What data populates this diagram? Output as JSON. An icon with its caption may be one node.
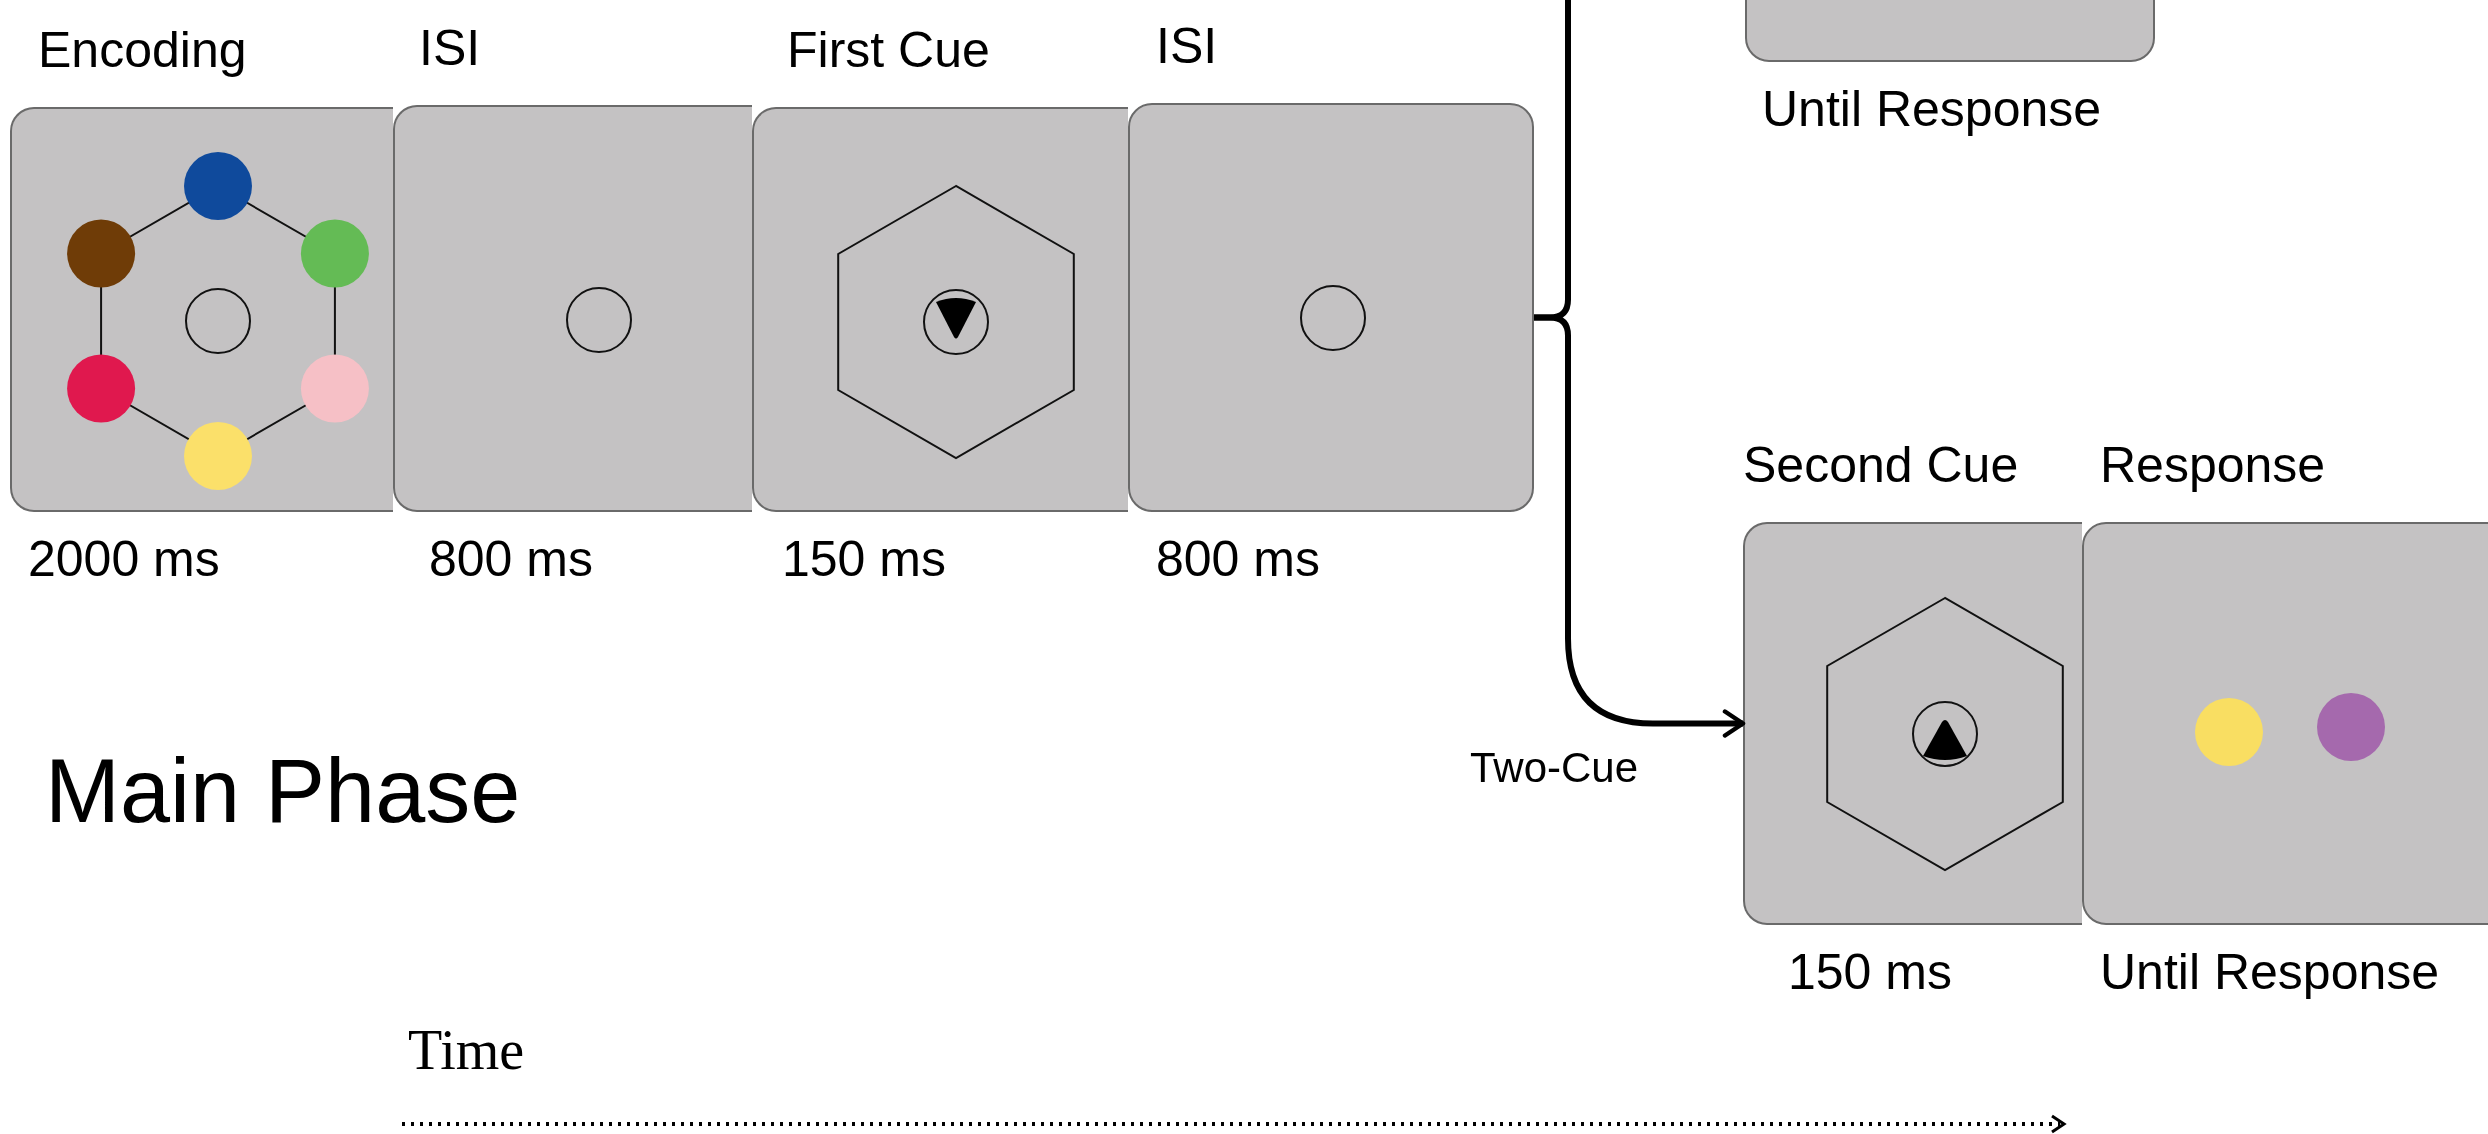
{
  "diagram": {
    "nodes": [
      {
        "text": [
          "Encoding"
        ],
        "beside": [
          "2000 ms"
        ]
      },
      {
        "text": [
          "ISI"
        ],
        "beside": [
          "800 ms"
        ]
      },
      {
        "text": [
          "First Cue"
        ],
        "beside": [
          "150 ms"
        ]
      },
      {
        "text": [
          "ISI"
        ],
        "beside": [
          "800 ms"
        ]
      },
      {
        "text": [],
        "shape": "box",
        "beside": [
          "Until Response"
        ]
      },
      {
        "text": [
          "Second Cue"
        ],
        "beside": [
          "150 ms"
        ]
      },
      {
        "text": [
          "Response"
        ],
        "beside": [
          "Until Response"
        ]
      }
    ],
    "edges": [
      {
        "from": 3,
        "to": 4,
        "arrow": "none"
      },
      {
        "from": 3,
        "to": 5,
        "arrow": "to",
        "label": "Two-Cue"
      }
    ],
    "labels": [
      "Main Phase",
      "Time"
    ]
  }
}
